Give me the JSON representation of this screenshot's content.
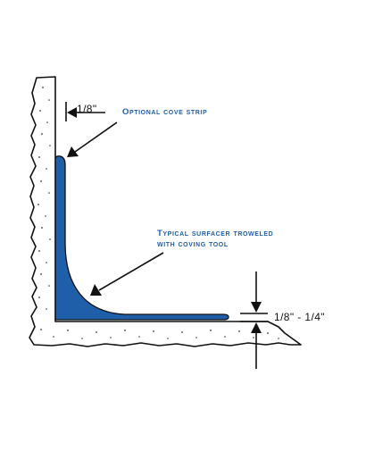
{
  "labels": {
    "gap_dimension": "1/8\"",
    "cove_strip": "Optional cove strip",
    "surfacer_line1": "Typical surfacer troweled",
    "surfacer_line2": "with coving tool",
    "thickness_dimension": "1/8\" - 1/4\""
  },
  "colors": {
    "surfacer": "#1f5ea8",
    "outline": "#111111",
    "callout_text": "#1f5ea8",
    "background": "#ffffff"
  }
}
